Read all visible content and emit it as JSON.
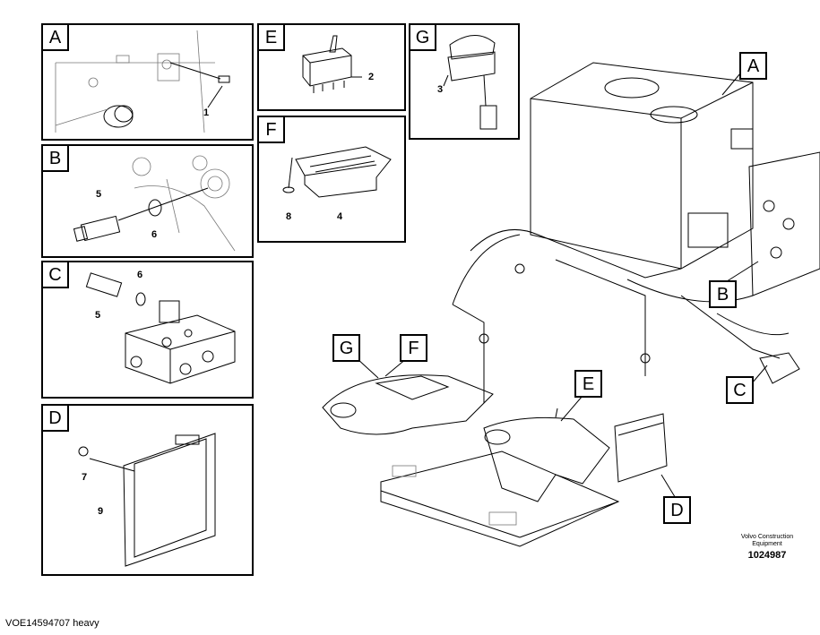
{
  "panels": [
    {
      "id": "A",
      "items": [
        "1"
      ]
    },
    {
      "id": "B",
      "items": [
        "5",
        "6"
      ]
    },
    {
      "id": "C",
      "items": [
        "6",
        "5"
      ]
    },
    {
      "id": "D",
      "items": [
        "7",
        "9"
      ]
    },
    {
      "id": "E",
      "items": [
        "2"
      ]
    },
    {
      "id": "F",
      "items": [
        "8",
        "4"
      ]
    },
    {
      "id": "G",
      "items": [
        "3"
      ]
    }
  ],
  "callouts": [
    "A",
    "B",
    "C",
    "D",
    "E",
    "F",
    "G"
  ],
  "brand": {
    "line1": "Volvo Construction",
    "line2": "Equipment"
  },
  "drawing_number": "1024987",
  "footer": "VOE14594707 heavy"
}
